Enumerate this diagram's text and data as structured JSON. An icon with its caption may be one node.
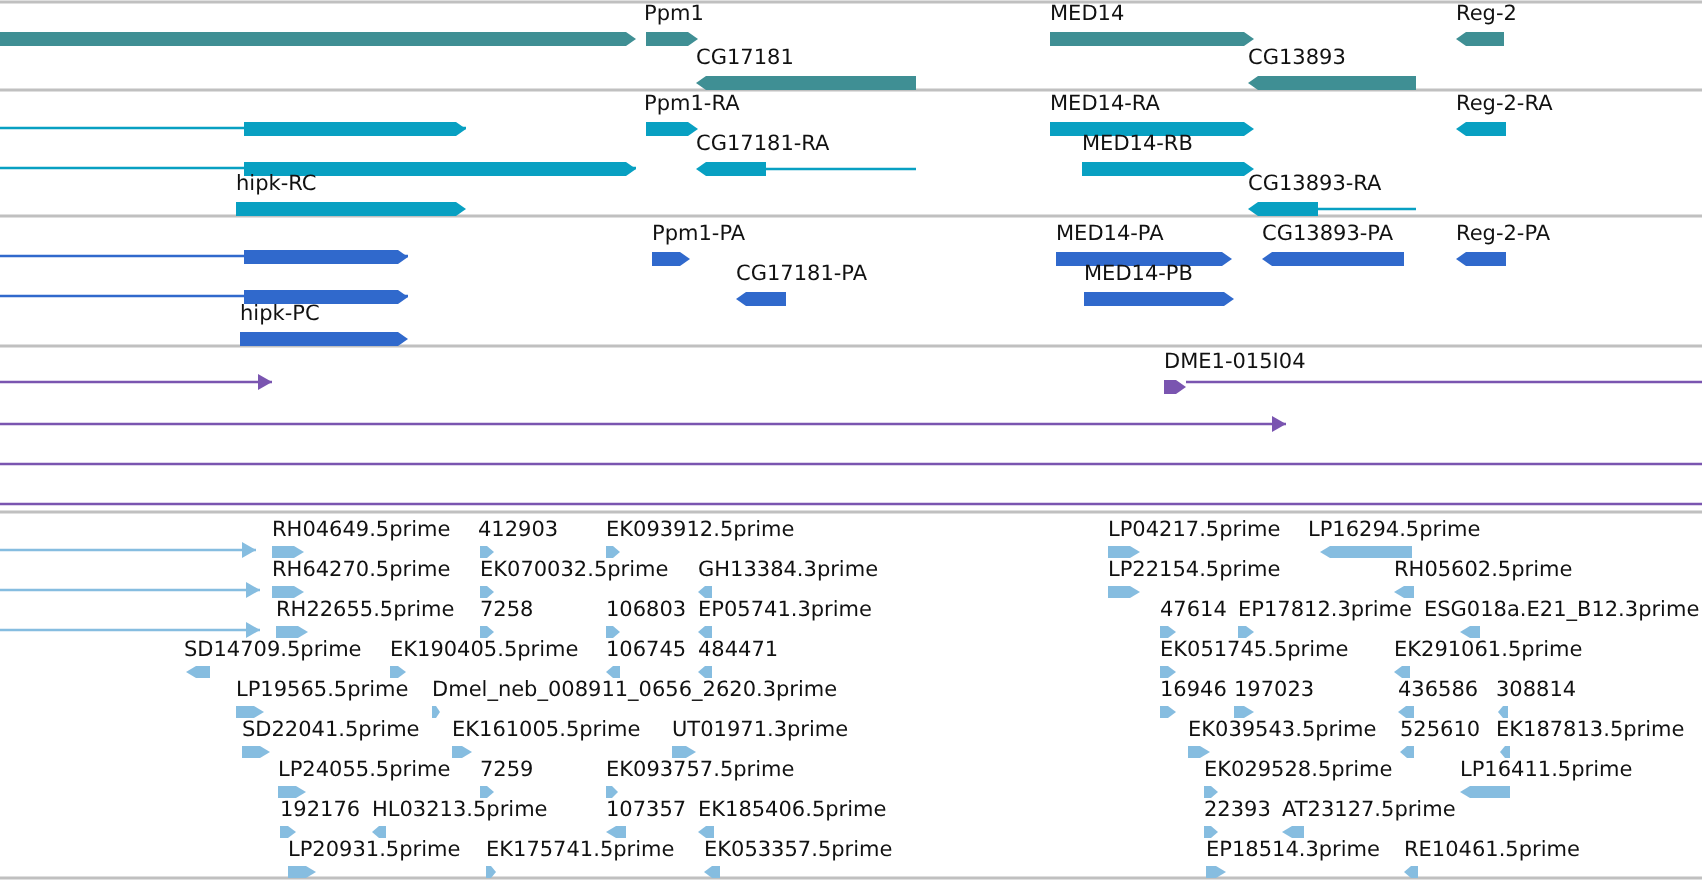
{
  "diagram": {
    "labels": [
      "Ppm1",
      "MED14",
      "Reg-2",
      "CG17181",
      "CG13893",
      "Ppm1-RA",
      "MED14-RA",
      "Reg-2-RA",
      "CG17181-RA",
      "MED14-RB",
      "hipk-RC",
      "CG13893-RA",
      "Ppm1-PA",
      "MED14-PA",
      "CG13893-PA",
      "Reg-2-PA",
      "CG17181-PA",
      "MED14-PB",
      "hipk-PC",
      "DME1-015I04",
      "RH04649.5prime",
      "412903",
      "EK093912.5prime",
      "LP04217.5prime",
      "LP16294.5prime",
      "RH64270.5prime",
      "EK070032.5prime",
      "GH13384.3prime",
      "LP22154.5prime",
      "RH05602.5prime",
      "RH22655.5prime",
      "7258",
      "106803",
      "EP05741.3prime",
      "47614",
      "EP17812.3prime",
      "ESG018a.E21_B12.3prime",
      "SD14709.5prime",
      "EK190405.5prime",
      "106745",
      "484471",
      "EK051745.5prime",
      "EK291061.5prime",
      "LP19565.5prime",
      "Dmel_neb_008911_0656_2620.3prime",
      "16946",
      "197023",
      "436586",
      "308814",
      "SD22041.5prime",
      "EK161005.5prime",
      "UT01971.3prime",
      "EK039543.5prime",
      "525610",
      "EK187813.5prime",
      "LP24055.5prime",
      "7259",
      "EK093757.5prime",
      "EK029528.5prime",
      "LP16411.5prime",
      "192176",
      "HL03213.5prime",
      "107357",
      "EK185406.5prime",
      "22393",
      "AT23127.5prime",
      "LP20931.5prime",
      "EK175741.5prime",
      "EK053357.5prime",
      "EP18514.3prime",
      "RE10461.5prime"
    ]
  }
}
